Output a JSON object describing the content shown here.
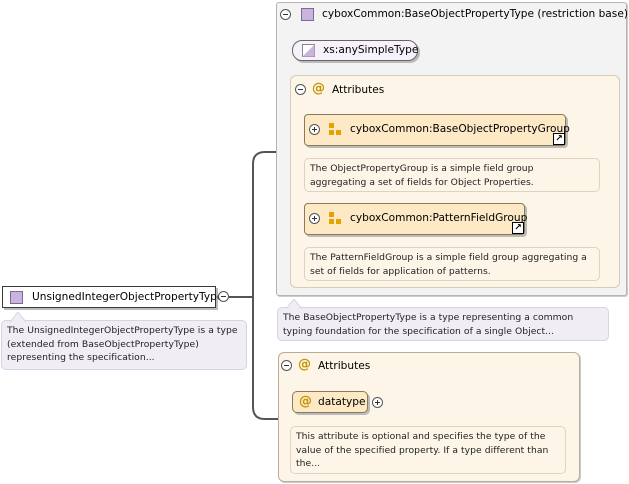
{
  "root": {
    "name": "UnsignedIntegerObjectPropertyType",
    "doc": [
      "The UnsignedIntegerObjectPropertyType is a type",
      "(extended from BaseObjectPropertyType)",
      "representing the specification..."
    ]
  },
  "base": {
    "title": "cyboxCommon:BaseObjectPropertyType (restriction base)",
    "simple_type": "xs:anySimpleType",
    "attributes_label": "Attributes",
    "groups": [
      {
        "name": "cyboxCommon:BaseObjectPropertyGroup",
        "doc": [
          "The ObjectPropertyGroup is a simple field group",
          "aggregating a set of fields for Object Properties."
        ]
      },
      {
        "name": "cyboxCommon:PatternFieldGroup",
        "doc": [
          "The PatternFieldGroup is a simple field group aggregating a",
          "set of fields for application of patterns."
        ]
      }
    ],
    "doc": [
      "The BaseObjectPropertyType is a type representing a common",
      "typing foundation for the specification of a single Object..."
    ]
  },
  "ext_attributes": {
    "label": "Attributes",
    "attribute": "datatype",
    "doc": [
      "This attribute is optional and specifies the type of the",
      "value of the specified property. If a type different than",
      "the..."
    ]
  },
  "icons": {
    "root": "complex-type-icon",
    "collapse": "collapse-icon",
    "expand": "expand-icon",
    "attribute": "attribute-at-icon",
    "group": "attribute-group-icon",
    "link": "reference-link-icon",
    "simple": "simple-type-icon"
  },
  "colors": {
    "connector": "#555555",
    "base_bg": "#f3f3f3",
    "attr_bg": "#fdf6e8",
    "group_bg": "#fde9c5",
    "doc_bg": "#f0edf5",
    "simple_bg": "#f6f1fb"
  }
}
